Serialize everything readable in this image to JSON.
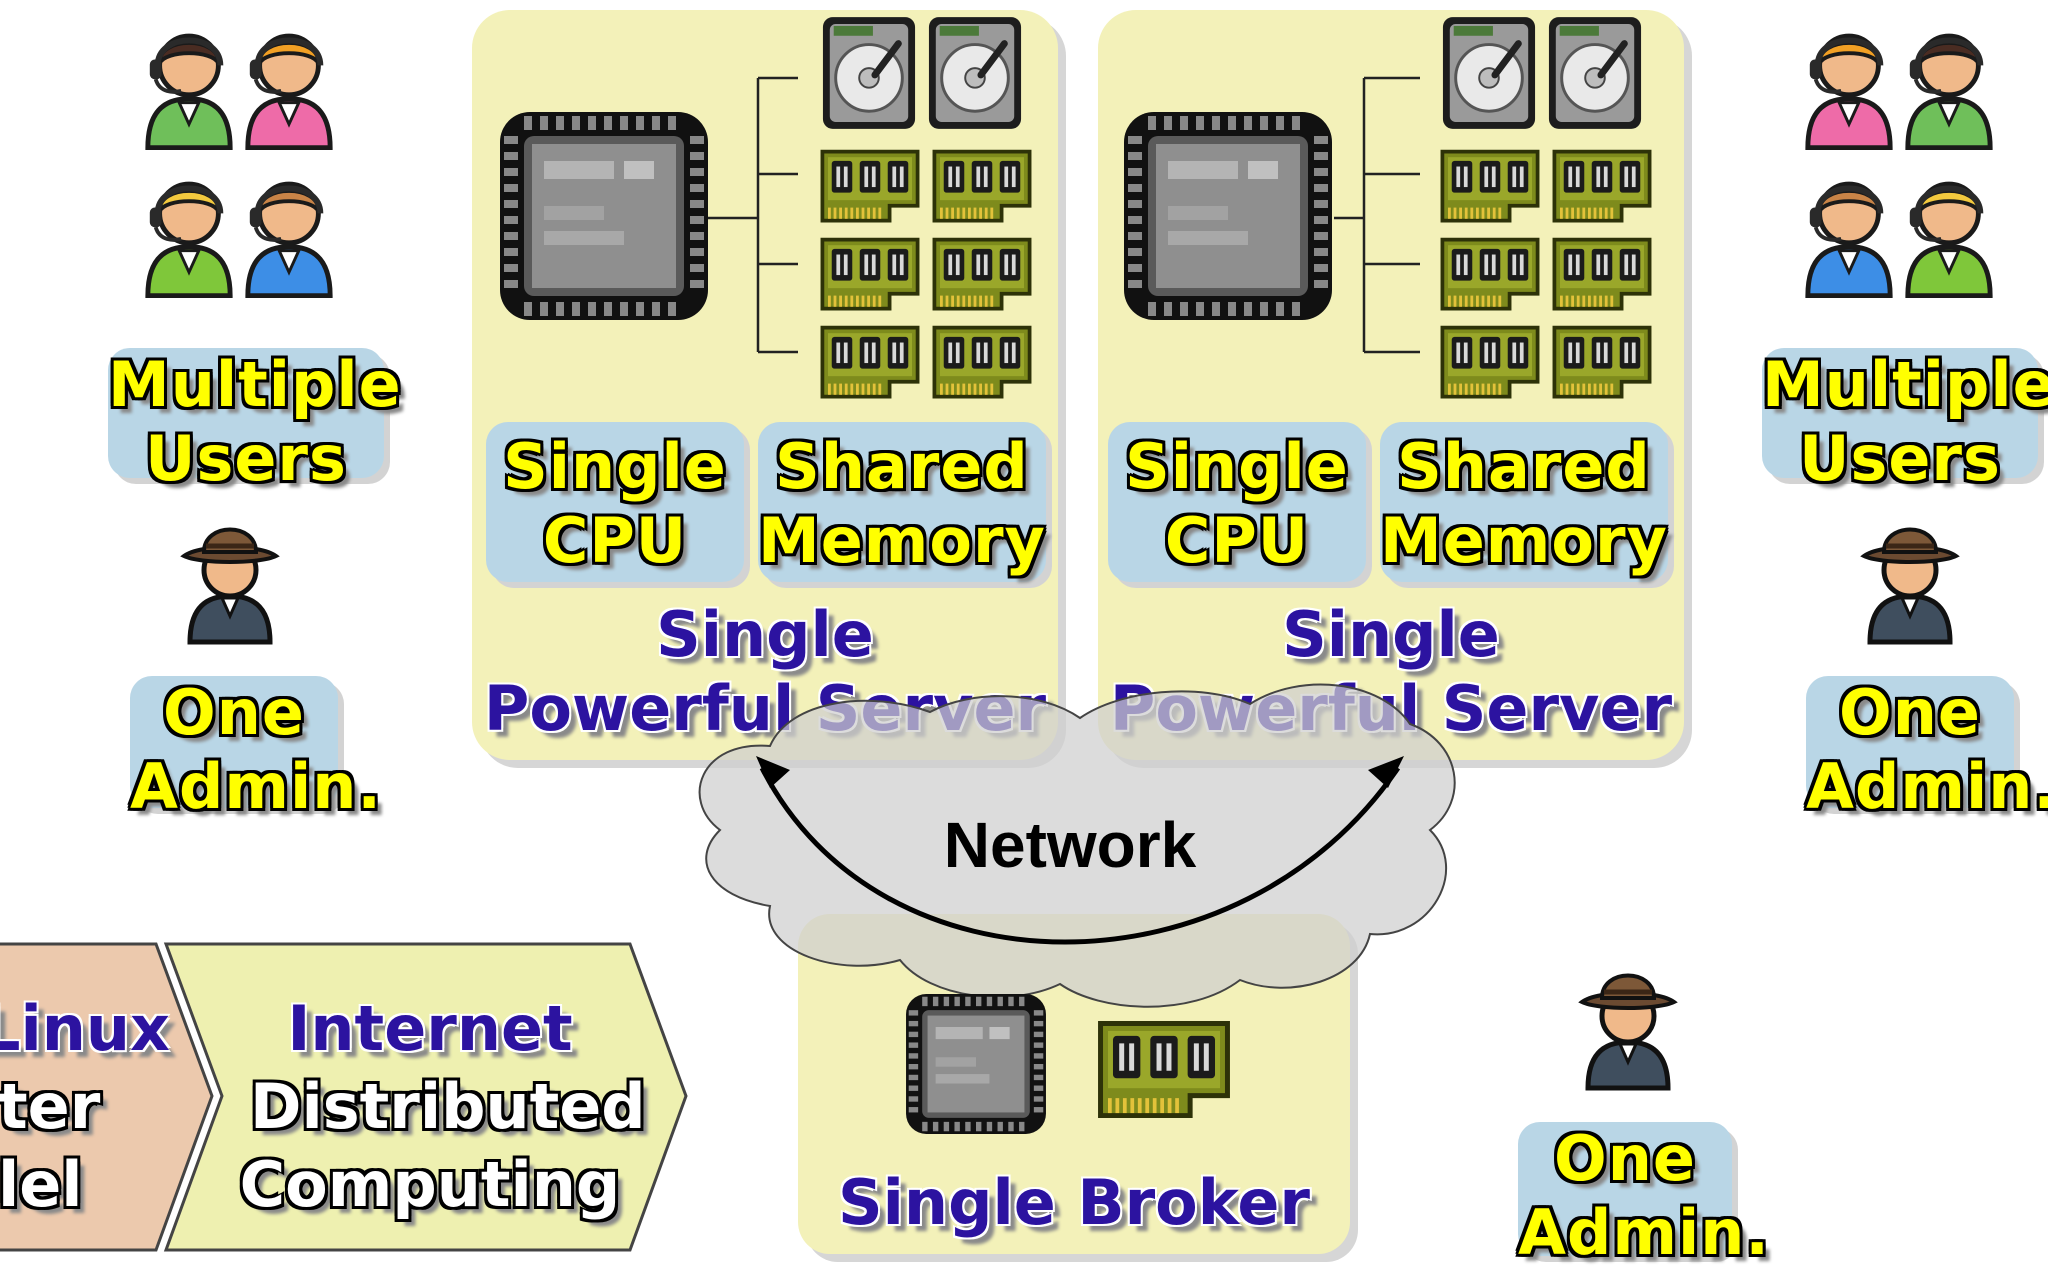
{
  "left_group": {
    "users_label": [
      "Multiple",
      "Users"
    ],
    "admin_label": [
      "One",
      "Admin."
    ]
  },
  "right_group": {
    "users_label": [
      "Multiple",
      "Users"
    ],
    "admin_label": [
      "One",
      "Admin."
    ]
  },
  "server_1": {
    "cpu_label": [
      "Single",
      "CPU"
    ],
    "memory_label": [
      "Shared",
      "Memory"
    ],
    "title": [
      "Single",
      "Powerful Server"
    ]
  },
  "server_2": {
    "cpu_label": [
      "Single",
      "CPU"
    ],
    "memory_label": [
      "Shared",
      "Memory"
    ],
    "title": [
      "Single",
      "Powerful Server"
    ]
  },
  "network": {
    "label": "Network"
  },
  "broker": {
    "title": "Single Broker"
  },
  "broker_admin": {
    "label": [
      "One",
      "Admin."
    ]
  },
  "arrows": {
    "linux": [
      "Linux",
      "ter",
      "lel"
    ],
    "internet": [
      "Internet",
      "Distributed",
      "Computing"
    ]
  },
  "colors": {
    "panel": "#f3f1b9",
    "card": "#b9d6e6",
    "label_yellow": "#ffff00",
    "label_blue": "#2c13a0",
    "cloud": "#cfcfcf",
    "arrow_left_fill": "#ecc9ad",
    "arrow_right_fill": "#eef0b0"
  },
  "icons": [
    "user-headset-icon",
    "admin-fedora-icon",
    "cpu-chip-icon",
    "hard-disk-icon",
    "memory-module-icon",
    "cloud-icon"
  ]
}
